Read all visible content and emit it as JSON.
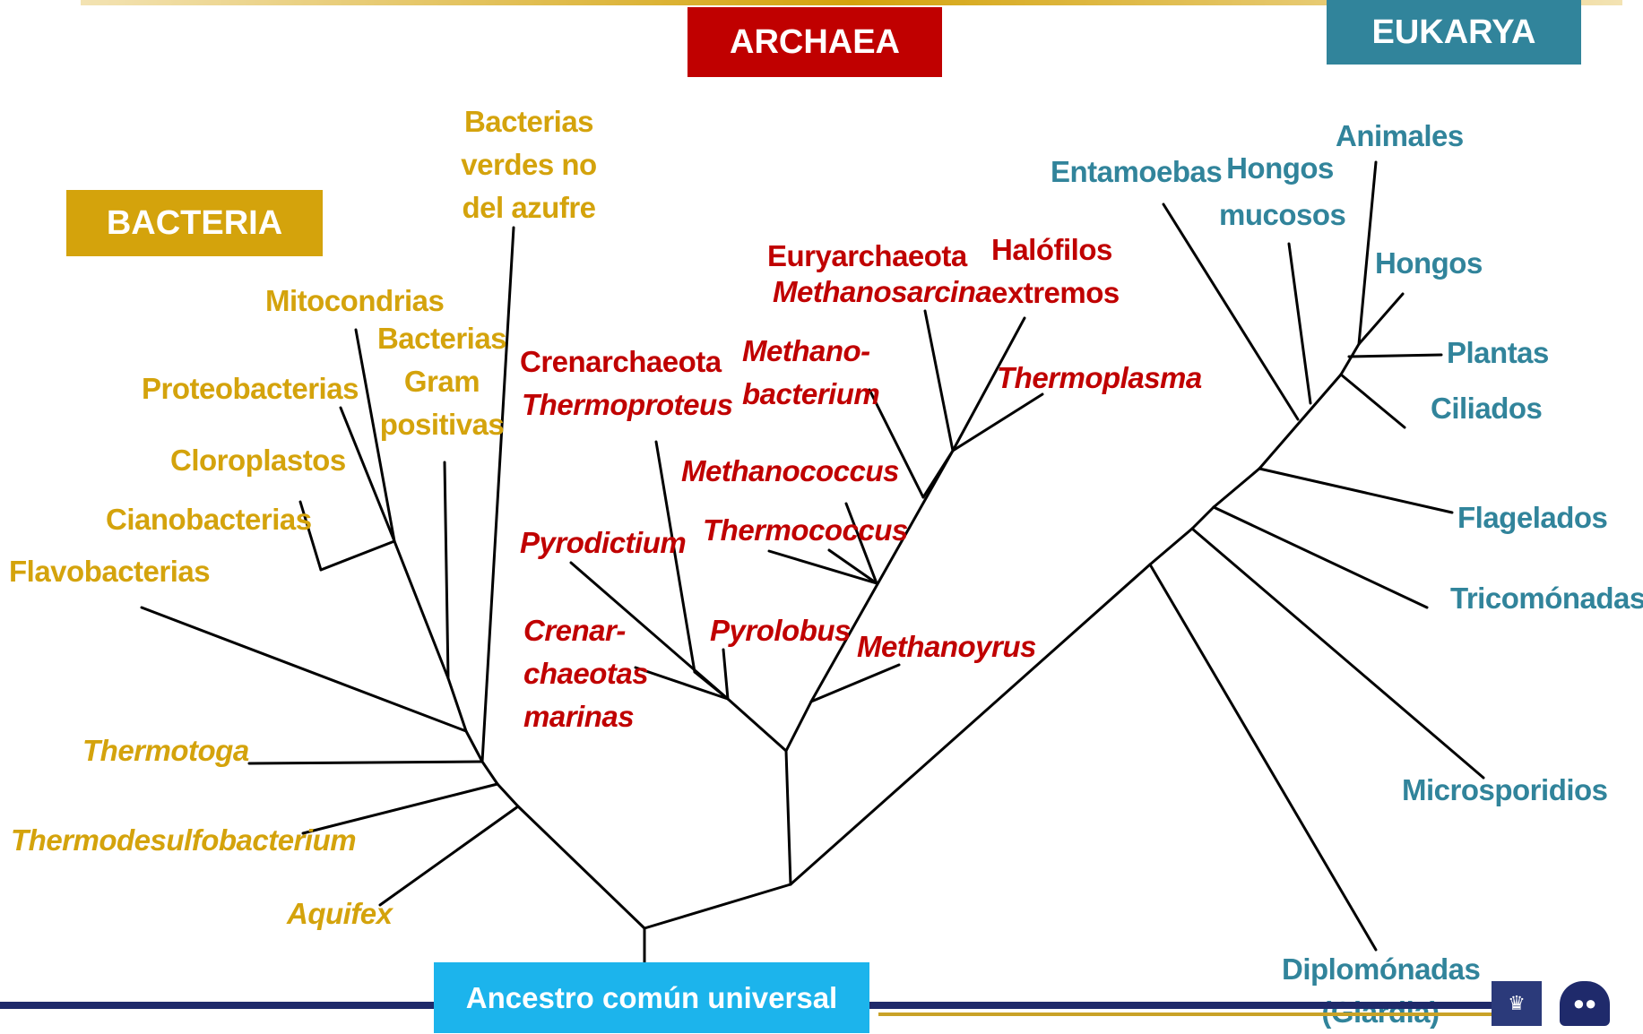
{
  "domains": {
    "archaea": "ARCHAEA",
    "eukarya": "EUKARYA",
    "bacteria": "BACTERIA",
    "ancestor": "Ancestro común universal"
  },
  "colors": {
    "bacteria": "#D4A30C",
    "archaea": "#C00000",
    "eukarya": "#31849B",
    "archaea_box": "#C00000",
    "eukarya_box": "#31849B",
    "bacteria_box": "#D4A30C",
    "ancestor_box": "#1CB4EC",
    "line": "#000000"
  },
  "bacteria_labels": {
    "green_nonsulfur": "Bacterias\nverdes no\ndel azufre",
    "mitochondria": "Mitocondrias",
    "gram_positive": "Bacterias\nGram\npositivas",
    "proteobacteria": "Proteobacterias",
    "chloroplasts": "Cloroplastos",
    "cyanobacteria": "Cianobacterias",
    "flavobacteria": "Flavobacterias",
    "thermotoga": "Thermotoga",
    "thermodesulfobacterium": "Thermodesulfobacterium",
    "aquifex": "Aquifex"
  },
  "archaea_labels": {
    "euryarchaeota": "Euryarchaeota",
    "methanosarcina": "Methanosarcina",
    "halophiles": "Halófilos\nextremos",
    "crenarchaeota": "Crenarchaeota",
    "thermoproteus": "Thermoproteus",
    "methanobacterium": "Methano-\nbacterium",
    "thermoplasma": "Thermoplasma",
    "methanococcus": "Methanococcus",
    "thermococcus": "Thermococcus",
    "pyrodictium": "Pyrodictium",
    "marine_crenarchaeota": "Crenar-\nchaeotas\nmarinas",
    "pyrolobus": "Pyrolobus",
    "methanopyrus": "Methanoyrus"
  },
  "eukarya_labels": {
    "entamoebae": "Entamoebas",
    "slime_molds": "Hongos\nmucosos",
    "animals": "Animales",
    "fungi": "Hongos",
    "plants": "Plantas",
    "ciliates": "Ciliados",
    "flagellates": "Flagelados",
    "trichomonads": "Tricomónadas",
    "microsporidia": "Microsporidios",
    "diplomonads": "Diplomónadas\n(Giardia)"
  },
  "logos": [
    "university-seal-icon",
    "faculty-logo-icon"
  ]
}
